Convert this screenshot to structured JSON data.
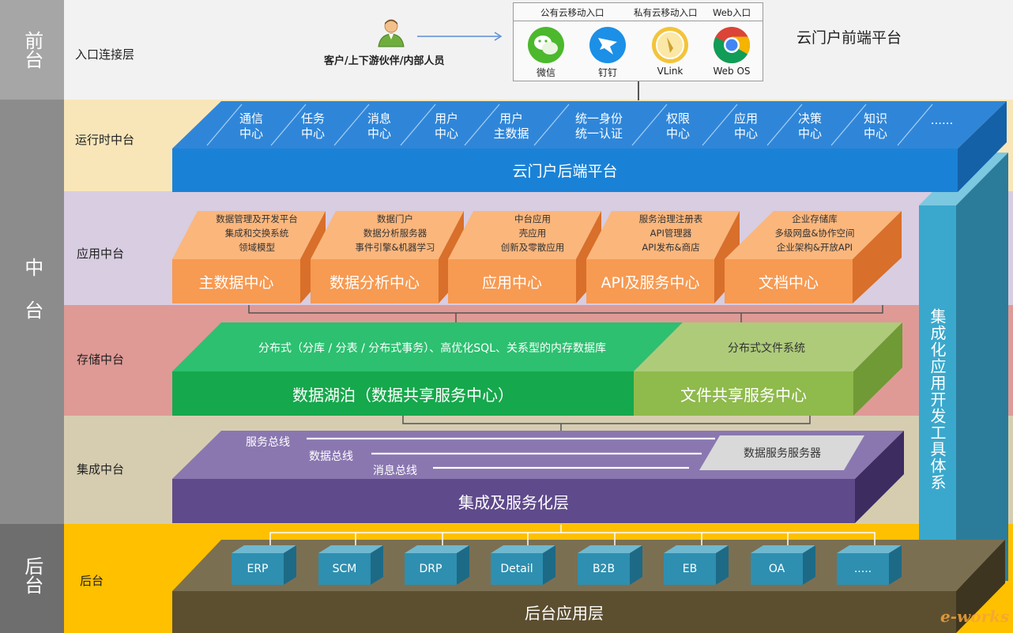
{
  "tiers": {
    "front": "前台",
    "middle": "中台",
    "back": "后台"
  },
  "rows": {
    "entry": "入口连接层",
    "runtime": "运行时中台",
    "app": "应用中台",
    "storage": "存储中台",
    "integration": "集成中台",
    "backend": "后台"
  },
  "entry": {
    "user_label": "客户/上下游伙伴/内部人员",
    "headers": [
      "公有云移动入口",
      "私有云移动入口",
      "Web入口"
    ],
    "apps": [
      {
        "icon": "wechat-icon",
        "label": "微信"
      },
      {
        "icon": "dingtalk-icon",
        "label": "钉钉"
      },
      {
        "icon": "vlink-icon",
        "label": "VLink"
      },
      {
        "icon": "chrome-icon",
        "label": "Web OS"
      }
    ],
    "platform_title": "云门户前端平台"
  },
  "runtime": {
    "services": [
      [
        "通信",
        "中心"
      ],
      [
        "任务",
        "中心"
      ],
      [
        "消息",
        "中心"
      ],
      [
        "用户",
        "中心"
      ],
      [
        "用户",
        "主数据"
      ],
      [
        "统一身份",
        "统一认证"
      ],
      [
        "权限",
        "中心"
      ],
      [
        "应用",
        "中心"
      ],
      [
        "决策",
        "中心"
      ],
      [
        "知识",
        "中心"
      ],
      [
        "......",
        ""
      ]
    ],
    "platform": "云门户后端平台"
  },
  "app": {
    "blocks": [
      {
        "name": "主数据中心",
        "lines": [
          "数据管理及开发平台",
          "集成和交换系统",
          "领域模型"
        ]
      },
      {
        "name": "数据分析中心",
        "lines": [
          "数据门户",
          "数据分析服务器",
          "事件引擎&机器学习"
        ]
      },
      {
        "name": "应用中心",
        "lines": [
          "中台应用",
          "壳应用",
          "创新及零散应用"
        ]
      },
      {
        "name": "API及服务中心",
        "lines": [
          "服务治理注册表",
          "API管理器",
          "API发布&商店"
        ]
      },
      {
        "name": "文档中心",
        "lines": [
          "企业存储库",
          "多级网盘&协作空间",
          "企业架构&开放API"
        ]
      }
    ]
  },
  "storage": {
    "top_left": "分布式（分库 / 分表 / 分布式事务）、高优化SQL、关系型的内存数据库",
    "top_right": "分布式文件系统",
    "front_left": "数据湖泊（数据共享服务中心）",
    "front_right": "文件共享服务中心"
  },
  "integration": {
    "buses": [
      "服务总线",
      "数据总线",
      "消息总线"
    ],
    "server": "数据服务服务器",
    "layer": "集成及服务化层"
  },
  "backend": {
    "systems": [
      "ERP",
      "SCM",
      "DRP",
      "Detail",
      "B2B",
      "EB",
      "OA",
      "....."
    ],
    "layer": "后台应用层"
  },
  "side_label": "集成化应用开发工具体系",
  "watermark": "e-works",
  "colors": {
    "runtime_blue": "#1a82d6",
    "app_orange": "#f79a52",
    "storage_green": "#1ab35a",
    "file_green": "#8fba4c",
    "integration_purple": "#5f4a8b",
    "backend_teal": "#2e8fb0",
    "side_teal": "#3aa8cc"
  }
}
